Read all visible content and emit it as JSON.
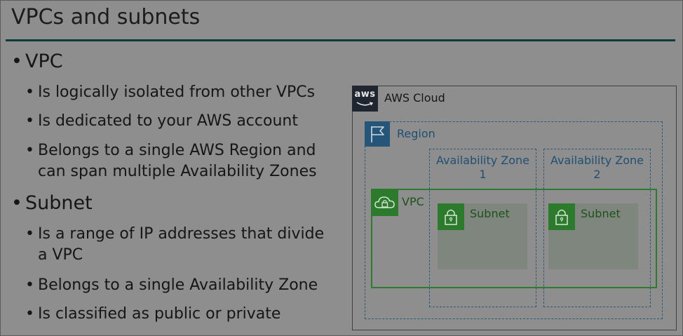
{
  "slide": {
    "title": "VPCs and subnets"
  },
  "bullets": {
    "vpc": {
      "heading": "VPC",
      "items": [
        "Is logically isolated from other VPCs",
        "Is dedicated to your AWS account",
        [
          "Belongs to a single AWS Region and",
          "can span multiple Availability Zones"
        ]
      ]
    },
    "subnet": {
      "heading": "Subnet",
      "items": [
        [
          "Is a range of IP addresses that divide",
          "a VPC"
        ],
        "Belongs to a single Availability Zone",
        "Is classified as public or private"
      ]
    }
  },
  "diagram": {
    "aws_logo_text": "aws",
    "cloud_label": "AWS Cloud",
    "region_label": "Region",
    "availability_zones": [
      {
        "label": "Availability Zone",
        "number": "1"
      },
      {
        "label": "Availability Zone",
        "number": "2"
      }
    ],
    "vpc_label": "VPC",
    "subnets": [
      {
        "label": "Subnet"
      },
      {
        "label": "Subnet"
      }
    ],
    "colors": {
      "background": "#8e8e8e",
      "region_accent": "#26557a",
      "vpc_accent": "#2c7a2c",
      "title_rule": "#0f3a3a"
    }
  }
}
